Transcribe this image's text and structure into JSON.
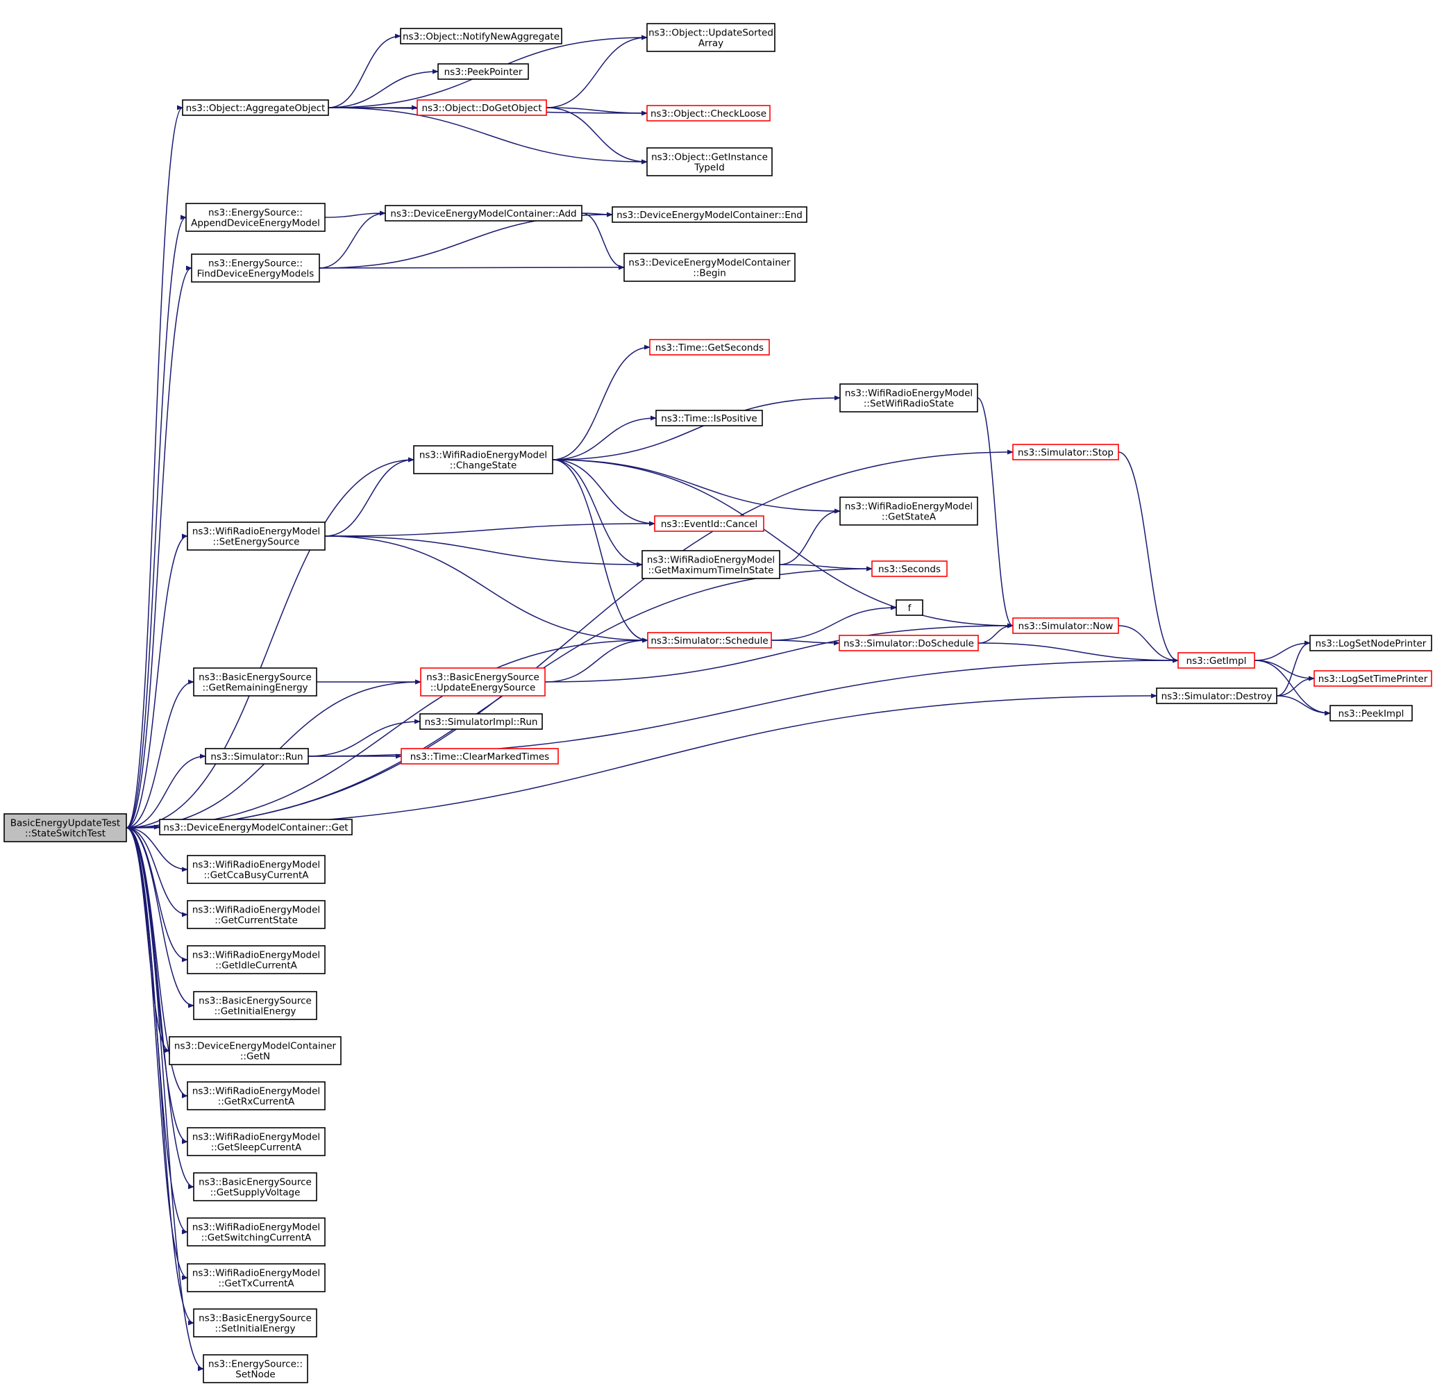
{
  "colors": {
    "edge": "#191970",
    "node_border": "#000000",
    "node_border_truncated": "#ff0000",
    "root_fill": "#bfbfbf"
  },
  "nodes": [
    {
      "id": "root",
      "lines": [
        "BasicEnergyUpdateTest",
        "::StateSwitchTest"
      ],
      "style": "root"
    },
    {
      "id": "aggregate",
      "lines": [
        "ns3::Object::AggregateObject"
      ],
      "style": "normal"
    },
    {
      "id": "notify",
      "lines": [
        "ns3::Object::NotifyNewAggregate"
      ],
      "style": "normal"
    },
    {
      "id": "updatesorted",
      "lines": [
        "ns3::Object::UpdateSorted",
        "Array"
      ],
      "style": "normal"
    },
    {
      "id": "peekpointer",
      "lines": [
        "ns3::PeekPointer"
      ],
      "style": "normal"
    },
    {
      "id": "dogetobject",
      "lines": [
        "ns3::Object::DoGetObject"
      ],
      "style": "red"
    },
    {
      "id": "checkloose",
      "lines": [
        "ns3::Object::CheckLoose"
      ],
      "style": "red"
    },
    {
      "id": "getinstancetypeid",
      "lines": [
        "ns3::Object::GetInstance",
        "TypeId"
      ],
      "style": "normal"
    },
    {
      "id": "appenddem",
      "lines": [
        "ns3::EnergySource::",
        "AppendDeviceEnergyModel"
      ],
      "style": "normal"
    },
    {
      "id": "demcadd",
      "lines": [
        "ns3::DeviceEnergyModelContainer::Add"
      ],
      "style": "normal"
    },
    {
      "id": "demcend",
      "lines": [
        "ns3::DeviceEnergyModelContainer::End"
      ],
      "style": "normal"
    },
    {
      "id": "finddem",
      "lines": [
        "ns3::EnergySource::",
        "FindDeviceEnergyModels"
      ],
      "style": "normal"
    },
    {
      "id": "demcbegin",
      "lines": [
        "ns3::DeviceEnergyModelContainer",
        "::Begin"
      ],
      "style": "normal"
    },
    {
      "id": "timegetseconds",
      "lines": [
        "ns3::Time::GetSeconds"
      ],
      "style": "red"
    },
    {
      "id": "setwifiradiostate",
      "lines": [
        "ns3::WifiRadioEnergyModel",
        "::SetWifiRadioState"
      ],
      "style": "normal"
    },
    {
      "id": "timeispositive",
      "lines": [
        "ns3::Time::IsPositive"
      ],
      "style": "normal"
    },
    {
      "id": "changestate",
      "lines": [
        "ns3::WifiRadioEnergyModel",
        "::ChangeState"
      ],
      "style": "normal"
    },
    {
      "id": "simstop",
      "lines": [
        "ns3::Simulator::Stop"
      ],
      "style": "red"
    },
    {
      "id": "getstatea",
      "lines": [
        "ns3::WifiRadioEnergyModel",
        "::GetStateA"
      ],
      "style": "normal"
    },
    {
      "id": "setenergysource",
      "lines": [
        "ns3::WifiRadioEnergyModel",
        "::SetEnergySource"
      ],
      "style": "normal"
    },
    {
      "id": "eventcancel",
      "lines": [
        "ns3::EventId::Cancel"
      ],
      "style": "red"
    },
    {
      "id": "getmaxtime",
      "lines": [
        "ns3::WifiRadioEnergyModel",
        "::GetMaximumTimeInState"
      ],
      "style": "normal"
    },
    {
      "id": "seconds",
      "lines": [
        "ns3::Seconds"
      ],
      "style": "red"
    },
    {
      "id": "f",
      "lines": [
        "f"
      ],
      "style": "normal"
    },
    {
      "id": "simschedule",
      "lines": [
        "ns3::Simulator::Schedule"
      ],
      "style": "red"
    },
    {
      "id": "simdoschedule",
      "lines": [
        "ns3::Simulator::DoSchedule"
      ],
      "style": "red"
    },
    {
      "id": "simnow",
      "lines": [
        "ns3::Simulator::Now"
      ],
      "style": "red"
    },
    {
      "id": "getimpl",
      "lines": [
        "ns3::GetImpl"
      ],
      "style": "red"
    },
    {
      "id": "logsetnodeprinter",
      "lines": [
        "ns3::LogSetNodePrinter"
      ],
      "style": "normal"
    },
    {
      "id": "logsettimeprinter",
      "lines": [
        "ns3::LogSetTimePrinter"
      ],
      "style": "red"
    },
    {
      "id": "simdestroy",
      "lines": [
        "ns3::Simulator::Destroy"
      ],
      "style": "normal"
    },
    {
      "id": "peekimpl",
      "lines": [
        "ns3::PeekImpl"
      ],
      "style": "normal"
    },
    {
      "id": "getremaining",
      "lines": [
        "ns3::BasicEnergySource",
        "::GetRemainingEnergy"
      ],
      "style": "normal"
    },
    {
      "id": "updateenergysource",
      "lines": [
        "ns3::BasicEnergySource",
        "::UpdateEnergySource"
      ],
      "style": "red"
    },
    {
      "id": "simimplrun",
      "lines": [
        "ns3::SimulatorImpl::Run"
      ],
      "style": "normal"
    },
    {
      "id": "simrun",
      "lines": [
        "ns3::Simulator::Run"
      ],
      "style": "normal"
    },
    {
      "id": "clearmarked",
      "lines": [
        "ns3::Time::ClearMarkedTimes"
      ],
      "style": "red"
    },
    {
      "id": "demcget",
      "lines": [
        "ns3::DeviceEnergyModelContainer::Get"
      ],
      "style": "normal"
    },
    {
      "id": "getccabusy",
      "lines": [
        "ns3::WifiRadioEnergyModel",
        "::GetCcaBusyCurrentA"
      ],
      "style": "normal"
    },
    {
      "id": "getcurrentstate",
      "lines": [
        "ns3::WifiRadioEnergyModel",
        "::GetCurrentState"
      ],
      "style": "normal"
    },
    {
      "id": "getidle",
      "lines": [
        "ns3::WifiRadioEnergyModel",
        "::GetIdleCurrentA"
      ],
      "style": "normal"
    },
    {
      "id": "getinitialenergy",
      "lines": [
        "ns3::BasicEnergySource",
        "::GetInitialEnergy"
      ],
      "style": "normal"
    },
    {
      "id": "demcgetn",
      "lines": [
        "ns3::DeviceEnergyModelContainer",
        "::GetN"
      ],
      "style": "normal"
    },
    {
      "id": "getrx",
      "lines": [
        "ns3::WifiRadioEnergyModel",
        "::GetRxCurrentA"
      ],
      "style": "normal"
    },
    {
      "id": "getsleep",
      "lines": [
        "ns3::WifiRadioEnergyModel",
        "::GetSleepCurrentA"
      ],
      "style": "normal"
    },
    {
      "id": "getsupply",
      "lines": [
        "ns3::BasicEnergySource",
        "::GetSupplyVoltage"
      ],
      "style": "normal"
    },
    {
      "id": "getswitching",
      "lines": [
        "ns3::WifiRadioEnergyModel",
        "::GetSwitchingCurrentA"
      ],
      "style": "normal"
    },
    {
      "id": "gettx",
      "lines": [
        "ns3::WifiRadioEnergyModel",
        "::GetTxCurrentA"
      ],
      "style": "normal"
    },
    {
      "id": "setinitialenergy",
      "lines": [
        "ns3::BasicEnergySource",
        "::SetInitialEnergy"
      ],
      "style": "normal"
    },
    {
      "id": "setnode",
      "lines": [
        "ns3::EnergySource::",
        "SetNode"
      ],
      "style": "normal"
    }
  ],
  "edges": [
    [
      "root",
      "aggregate"
    ],
    [
      "root",
      "appenddem"
    ],
    [
      "root",
      "finddem"
    ],
    [
      "root",
      "simstop"
    ],
    [
      "root",
      "changestate"
    ],
    [
      "root",
      "setenergysource"
    ],
    [
      "root",
      "seconds"
    ],
    [
      "root",
      "simschedule"
    ],
    [
      "root",
      "getremaining"
    ],
    [
      "root",
      "updateenergysource"
    ],
    [
      "root",
      "simrun"
    ],
    [
      "root",
      "simdestroy"
    ],
    [
      "root",
      "demcget"
    ],
    [
      "root",
      "getccabusy"
    ],
    [
      "root",
      "getcurrentstate"
    ],
    [
      "root",
      "getidle"
    ],
    [
      "root",
      "getinitialenergy"
    ],
    [
      "root",
      "demcgetn"
    ],
    [
      "root",
      "getrx"
    ],
    [
      "root",
      "getsleep"
    ],
    [
      "root",
      "getsupply"
    ],
    [
      "root",
      "getswitching"
    ],
    [
      "root",
      "gettx"
    ],
    [
      "root",
      "setinitialenergy"
    ],
    [
      "root",
      "setnode"
    ],
    [
      "aggregate",
      "updatesorted"
    ],
    [
      "aggregate",
      "notify"
    ],
    [
      "aggregate",
      "peekpointer"
    ],
    [
      "aggregate",
      "dogetobject"
    ],
    [
      "aggregate",
      "checkloose"
    ],
    [
      "aggregate",
      "getinstancetypeid"
    ],
    [
      "dogetobject",
      "updatesorted"
    ],
    [
      "dogetobject",
      "checkloose"
    ],
    [
      "dogetobject",
      "getinstancetypeid"
    ],
    [
      "appenddem",
      "demcadd"
    ],
    [
      "demcadd",
      "demcend"
    ],
    [
      "demcadd",
      "demcbegin"
    ],
    [
      "finddem",
      "demcadd"
    ],
    [
      "finddem",
      "demcend"
    ],
    [
      "finddem",
      "demcbegin"
    ],
    [
      "changestate",
      "timegetseconds"
    ],
    [
      "changestate",
      "setwifiradiostate"
    ],
    [
      "changestate",
      "timeispositive"
    ],
    [
      "changestate",
      "simnow"
    ],
    [
      "changestate",
      "getstatea"
    ],
    [
      "changestate",
      "eventcancel"
    ],
    [
      "changestate",
      "getmaxtime"
    ],
    [
      "changestate",
      "simschedule"
    ],
    [
      "setwifiradiostate",
      "simnow"
    ],
    [
      "setenergysource",
      "changestate"
    ],
    [
      "setenergysource",
      "eventcancel"
    ],
    [
      "setenergysource",
      "getmaxtime"
    ],
    [
      "setenergysource",
      "simschedule"
    ],
    [
      "getmaxtime",
      "getstatea"
    ],
    [
      "getmaxtime",
      "seconds"
    ],
    [
      "simschedule",
      "f"
    ],
    [
      "simschedule",
      "simdoschedule"
    ],
    [
      "simdoschedule",
      "simnow"
    ],
    [
      "simdoschedule",
      "getimpl"
    ],
    [
      "simnow",
      "getimpl"
    ],
    [
      "simstop",
      "getimpl"
    ],
    [
      "getimpl",
      "logsetnodeprinter"
    ],
    [
      "getimpl",
      "logsettimeprinter"
    ],
    [
      "getimpl",
      "peekimpl"
    ],
    [
      "simdestroy",
      "logsetnodeprinter"
    ],
    [
      "simdestroy",
      "logsettimeprinter"
    ],
    [
      "simdestroy",
      "peekimpl"
    ],
    [
      "getremaining",
      "updateenergysource"
    ],
    [
      "updateenergysource",
      "simschedule"
    ],
    [
      "updateenergysource",
      "simnow"
    ],
    [
      "simrun",
      "simimplrun"
    ],
    [
      "simrun",
      "clearmarked"
    ],
    [
      "simrun",
      "getimpl"
    ]
  ]
}
